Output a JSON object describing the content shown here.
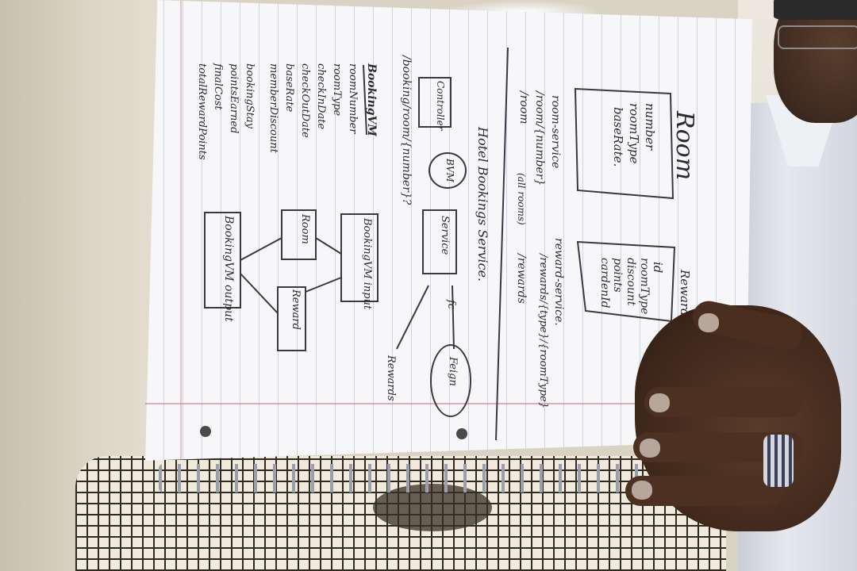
{
  "notes": {
    "room_title": "Room",
    "room_fields": [
      "number",
      "roomType",
      "baseRate."
    ],
    "reward_title": "Reward",
    "reward_fields": [
      "id",
      "roomType",
      "discount",
      "points",
      "cardenId"
    ],
    "room_service": "room-service",
    "room_endpoint": "/room/{number}",
    "room_list": "/room",
    "room_all": "(all rooms)",
    "reward_service": "reward-service.",
    "reward_endpoint": "/rewards/{type}/{roomType}",
    "reward_list": "/rewards",
    "hotel_heading": "Hotel Bookings Service.",
    "box_controller": "Controller",
    "box_bvm": "BVM",
    "box_service": "Service",
    "box_feign": "Feign",
    "fc_label": "fc",
    "rewards_label": "Rewards",
    "bvm_input": "BookingVM input",
    "box_room": "Room",
    "box_reward": "Reward",
    "bvm_output": "BookingVM output",
    "booking_endpoint": "/booking/room/{number}?",
    "bvm_heading": "BookingVM",
    "bvm_fields": [
      "roomNumber",
      "roomType",
      "checkInDate",
      "checkOutDate",
      "baseRate",
      "memberDiscount"
    ],
    "bvm_extra": [
      "bookingStay",
      "pointsEarned",
      "finalCost",
      "totalRewardPoints"
    ]
  }
}
